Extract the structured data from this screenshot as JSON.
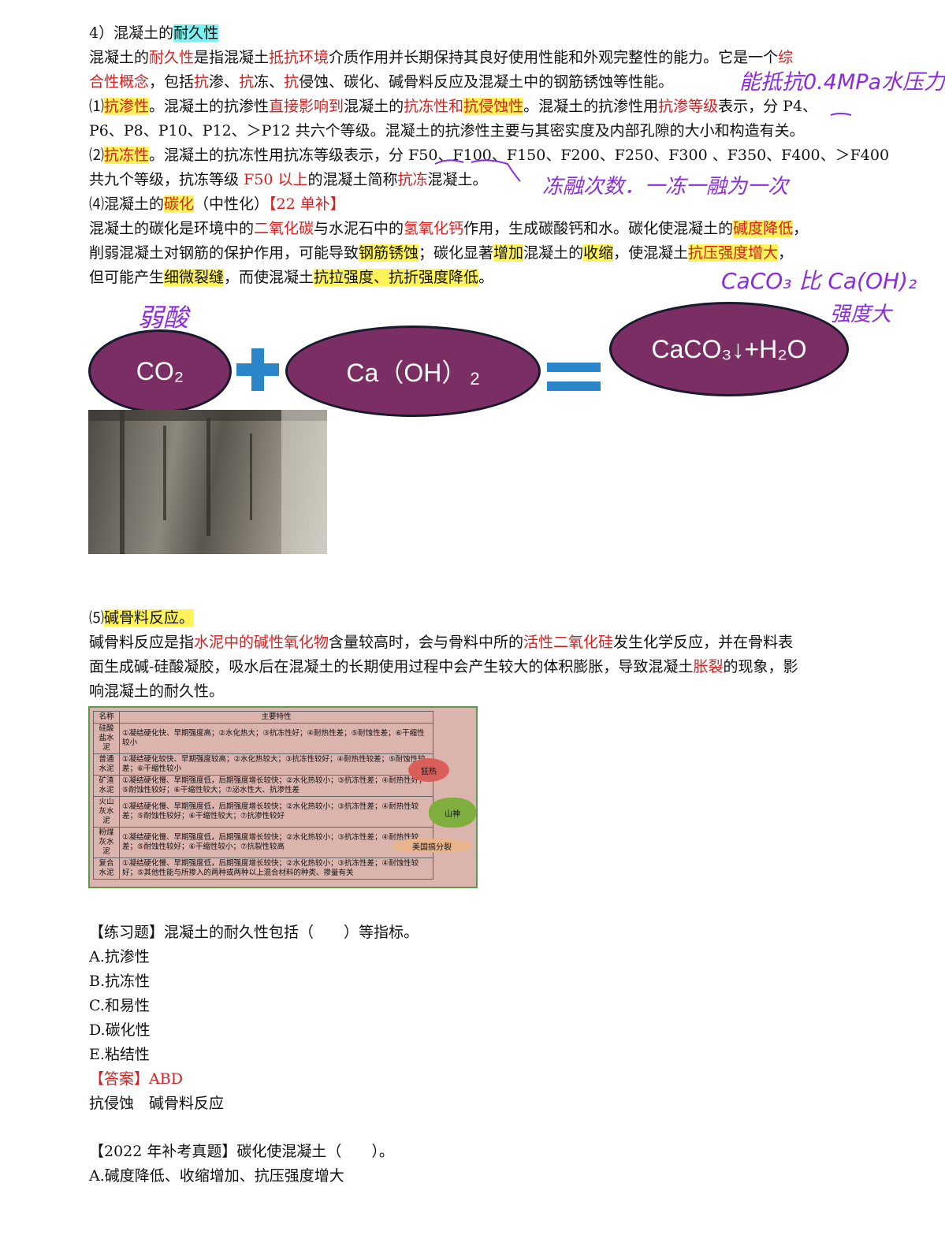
{
  "intro": {
    "heading_prefix": "4）混凝土的",
    "heading_hl": "耐久性",
    "p1": [
      "混凝土的",
      "耐久性",
      "是指混凝土",
      "抵抗环境",
      "介质作用并长期保持其良好使用性能和外观完整性的能力。它是一个",
      "综"
    ],
    "p2": [
      "合性概念",
      "，包括",
      "抗",
      "渗、",
      "抗",
      "冻、",
      "抗",
      "侵蚀、碳化、碱骨料反应及混凝土中的钢筋锈蚀等性能。"
    ]
  },
  "impermeability": {
    "l1": [
      "⑴",
      "抗渗性",
      "。混凝土的抗渗性",
      "直接影响到",
      "混凝土的",
      "抗冻性和",
      "抗侵蚀性",
      "。混凝土的抗渗性用",
      "抗渗等级",
      "表示，分 P4、"
    ],
    "l2": "P6、P8、P10、P12、＞P12 共六个等级。混凝土的抗渗性主要与其密实度及内部孔隙的大小和构造有关。"
  },
  "frost": {
    "l1": [
      "⑵",
      "抗冻性",
      "。混凝土的抗冻性用抗冻等级表示，分 F50、F100、F150、F200、F250、F300 、F350、F400、＞F400"
    ],
    "l2": [
      "共九个等级，抗冻等级 ",
      "F50 以上",
      "的混凝土简称",
      "抗冻",
      "混凝土。"
    ]
  },
  "carbonation": {
    "heading": [
      "⑷混凝土的",
      "碳化",
      "（中性化）",
      "【22 单补】"
    ],
    "l1": [
      "混凝土的碳化是环境中的",
      "二氧化碳",
      "与水泥石中的",
      "氢氧化钙",
      "作用，生成碳酸钙和水。碳化使混凝土的",
      "碱度降低",
      "，"
    ],
    "l2": [
      "削弱混凝土对钢筋的保护作用，可能导致",
      "钢筋锈蚀",
      "；碳化显著",
      "增加",
      "混凝土的",
      "收缩",
      "，使混凝土",
      "抗压强度增大",
      "，"
    ],
    "l3": [
      "但可能产生",
      "细微裂缝",
      "，而使混凝土",
      "抗拉强度、抗折强度降低",
      "。"
    ]
  },
  "equation": {
    "co2": "CO₂",
    "caoh": "Ca（OH）",
    "caoh_sub": "2",
    "plus": "+",
    "equals": "=",
    "product": "CaCO₃↓+H₂O"
  },
  "handwriting": {
    "water_pressure": "能抵抗0.4MPa水压力",
    "freeze_thaw": "冻融次数．一冻一融为一次",
    "weak_acid": "弱酸",
    "compare": "CaCO₃ 比 Ca(OH)₂",
    "stronger": "强度大"
  },
  "asr": {
    "heading": [
      "⑸",
      "碱骨料反应",
      "。"
    ],
    "l1": [
      "碱骨料反应是指",
      "水泥中的碱性氧化物",
      "含量较高时，会与骨料中所的",
      "活性二氧化硅",
      "发生化学反应，并在骨料表"
    ],
    "l2": [
      "面生成碱-硅酸凝胶，吸水后在混凝土的长期使用过程中会产生较大的体积膨胀，导致混凝土",
      "胀裂",
      "的现象，影"
    ],
    "l3": "响混凝土的耐久性。"
  },
  "cement_table": {
    "headers": [
      "名称",
      "主要特性"
    ],
    "rows": [
      {
        "name": "硅酸盐水泥",
        "text": "①凝结硬化快、早期强度高；②水化热大；③抗冻性好；④耐热性差；⑤耐蚀性差；⑥干缩性较小"
      },
      {
        "name": "普通水泥",
        "text": "①凝结硬化较快、早期强度较高；②水化热较大；③抗冻性较好；④耐热性较差；⑤耐蚀性较差；⑥干缩性较小"
      },
      {
        "name": "矿渣水泥",
        "text": "①凝结硬化慢、早期强度低，后期强度增长较快；②水化热较小；③抗冻性差；④耐热性好；⑤耐蚀性较好；⑥干缩性较大；⑦泌水性大、抗渗性差"
      },
      {
        "name": "火山灰水泥",
        "text": "①凝结硬化慢、早期强度低，后期强度增长较快；②水化热较小；③抗冻性差；④耐热性较差；⑤耐蚀性较好；⑥干缩性较大；⑦抗渗性较好"
      },
      {
        "name": "粉煤灰水泥",
        "text": "①凝结硬化慢、早期强度低，后期强度增长较快；②水化热较小；③抗冻性差；④耐热性较差；⑤耐蚀性较好；⑥干缩性较小；⑦抗裂性较高"
      },
      {
        "name": "复合水泥",
        "text": "①凝结硬化慢、早期强度低，后期强度增长较快；②水化热较小；③抗冻性差；④耐蚀性较好；⑤其他性能与所掺入的两种或两种以上混合材料的种类、掺量有关"
      }
    ],
    "tags": [
      "狂热",
      "山神",
      "美国搞分裂"
    ]
  },
  "exercise": {
    "question": "【练习题】混凝土的耐久性包括（　　）等指标。",
    "options": [
      "A.抗渗性",
      "B.抗冻性",
      "C.和易性",
      "D.碳化性",
      "E.粘结性"
    ],
    "answer_label": "【答案】",
    "answer": "ABD",
    "note": "抗侵蚀　碱骨料反应"
  },
  "exam": {
    "question": "【2022 年补考真题】碳化使混凝土（　　）。",
    "option_a": "A.碱度降低、收缩增加、抗压强度增大"
  }
}
